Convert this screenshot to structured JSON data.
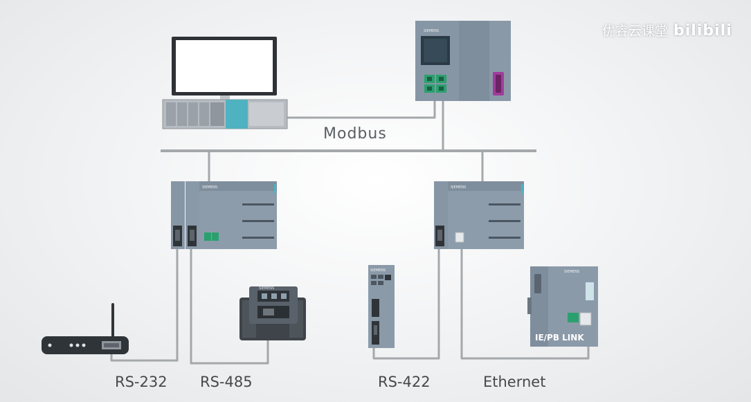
{
  "watermark": {
    "text": "优睿云课堂",
    "logo": "bilibili"
  },
  "bus": {
    "label": "Modbus"
  },
  "devices": {
    "hmi": {
      "icon": "hmi-panel-pc-icon"
    },
    "cpu1500": {
      "icon": "plc-cpu-icon",
      "brand": "SIEMENS"
    },
    "plc_left": {
      "icon": "plc-s7-1200-icon",
      "brand": "SIEMENS"
    },
    "plc_right": {
      "icon": "plc-s7-1200-icon",
      "brand": "SIEMENS"
    },
    "router": {
      "icon": "wireless-router-icon"
    },
    "drive": {
      "icon": "frequency-drive-icon",
      "brand": "SIEMENS"
    },
    "et200": {
      "icon": "io-module-icon",
      "brand": "SIEMENS"
    },
    "iepb_link": {
      "icon": "gateway-module-icon",
      "label": "IE/PB LINK"
    }
  },
  "protocols": [
    "RS-232",
    "RS-485",
    "RS-422",
    "Ethernet"
  ],
  "colors": {
    "cable": "#a4a8ab",
    "device_body": "#8b9aa9",
    "device_dark": "#2f3438",
    "port_green": "#2ba06f",
    "accent_teal": "#4fb2c0",
    "connector_purple": "#a13c9a"
  }
}
